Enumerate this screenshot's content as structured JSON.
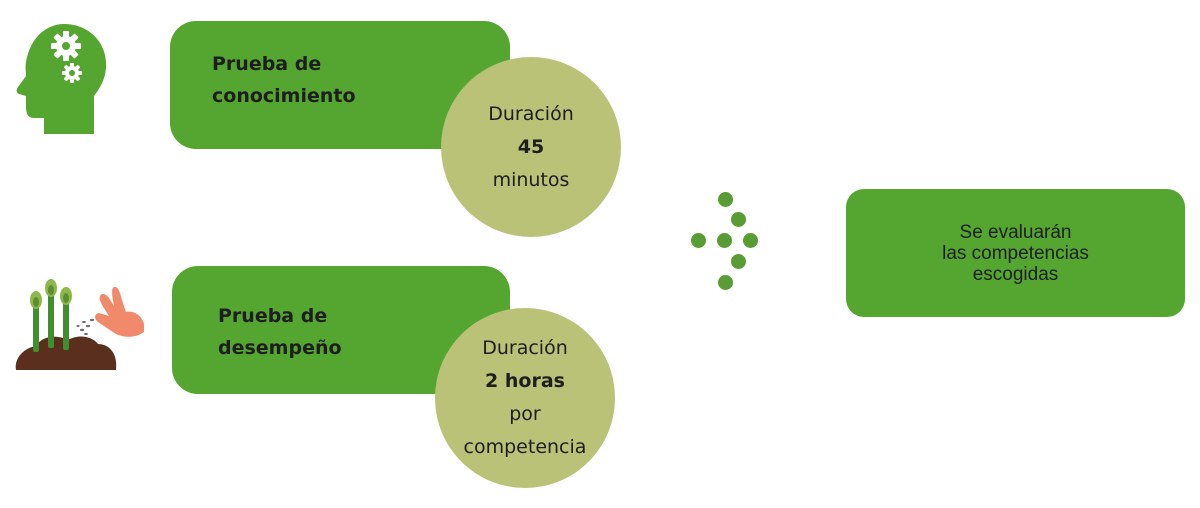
{
  "colors": {
    "box_green": "#55a630",
    "circle_olive": "#b9c277",
    "dot_green": "#5a9c34",
    "text_dark": "#1e1e1e",
    "hand_skin": "#f08a6a",
    "soil_brown": "#5a2f1e"
  },
  "icons": {
    "knowledge": "head-with-gears-icon",
    "performance": "hand-sowing-seeds-icon"
  },
  "tests": [
    {
      "title_lines": [
        "Prueba de",
        "conocimiento"
      ],
      "duration_lines": [
        "Duración",
        "45",
        "minutos"
      ]
    },
    {
      "title_lines": [
        "Prueba de",
        "desempeño"
      ],
      "duration_lines": [
        "Duración",
        "2 horas",
        "por",
        "competencia"
      ]
    }
  ],
  "result_lines": [
    "Se evaluarán",
    "las competencias",
    "escogidas"
  ]
}
